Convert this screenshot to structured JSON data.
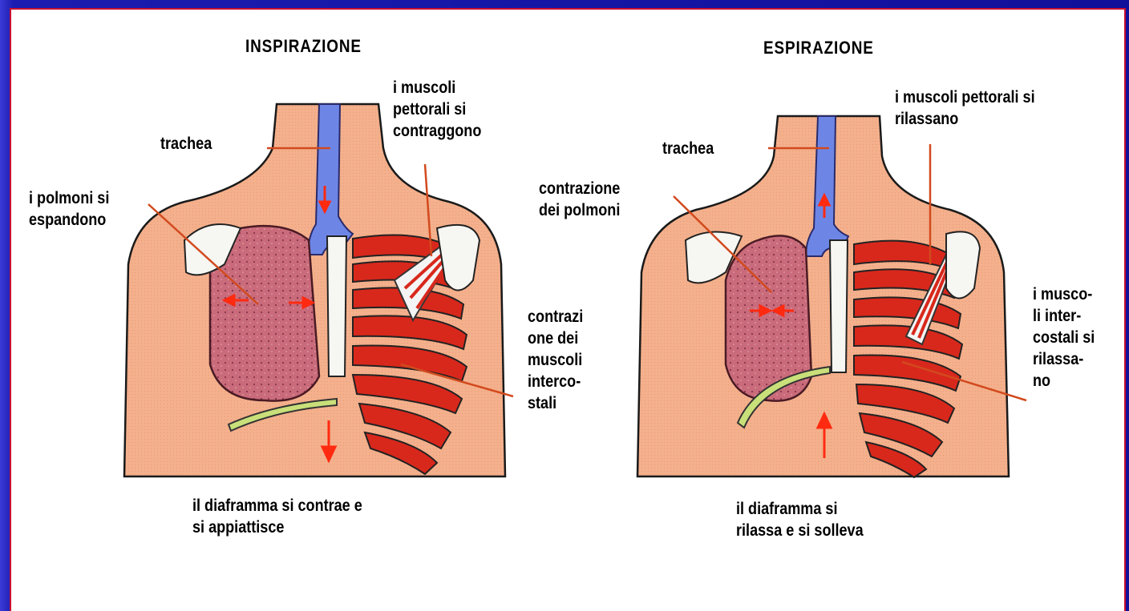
{
  "colors": {
    "background": "#1c1cb0",
    "panel": "#ffffff",
    "panel_border": "#c8102e",
    "skin": "#f4b08c",
    "lung": "#c96b7a",
    "muscle": "#d8281c",
    "bone": "#f6f6f2",
    "trachea": "#6d86e6",
    "diaphragm": "#c9e07a",
    "arrow": "#ff2a10",
    "leader_line": "#d24a1e"
  },
  "inspiration": {
    "title": "INSPIRAZIONE",
    "trachea": "trachea",
    "lungs": "i polmoni si\nespandono",
    "pectorals": "i muscoli\npettorali si\ncontraggono",
    "intercostals": "contrazi\none dei\nmuscoli\ninterco-\nstali",
    "diaphragm": "il diaframma si contrae e\nsi appiattisce"
  },
  "expiration": {
    "title": "ESPIRAZIONE",
    "trachea": "trachea",
    "lungs": "contrazione\ndei polmoni",
    "pectorals": "i muscoli pettorali si\nrilassano",
    "intercostals": "i musco-\nli inter-\ncostali si\nrilassa-\nno",
    "diaphragm": "il diaframma si\nrilassa e si solleva"
  }
}
